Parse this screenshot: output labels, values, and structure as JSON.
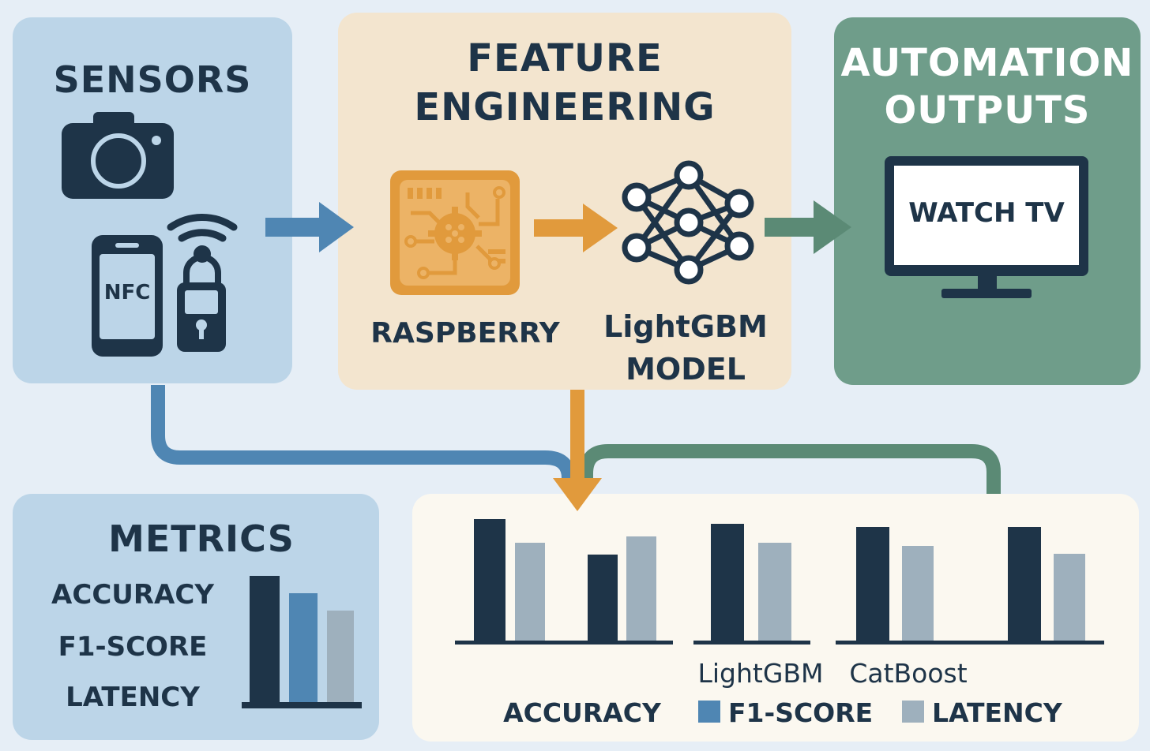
{
  "sensors": {
    "title": "SENSORS",
    "nfc_label": "NFC"
  },
  "feature": {
    "title_line1": "FEATURE",
    "title_line2": "ENGINEERING",
    "raspberry_label": "RASPBERRY",
    "model_line1": "LightGBM",
    "model_line2": "MODEL"
  },
  "automation": {
    "title_line1": "AUTOMATION",
    "title_line2": "OUTPUTS",
    "tv_label": "WATCH TV"
  },
  "metrics": {
    "title": "METRICS",
    "items": [
      "ACCURACY",
      "F1-SCORE",
      "LATENCY"
    ]
  },
  "comparison": {
    "model_labels": [
      "LightGBM",
      "CatBoost"
    ],
    "legend": [
      "ACCURACY",
      "F1-SCORE",
      "LATENCY"
    ]
  },
  "colors": {
    "background": "#e6eef6",
    "sensors_panel": "#bcd5e8",
    "feature_panel": "#f3e5cf",
    "automation_panel": "#6f9d8a",
    "metrics_panel": "#bcd5e8",
    "chart_panel": "#fbf8f0",
    "dark": "#1e3448",
    "blue": "#4f86b3",
    "orange": "#e19a3c",
    "green": "#5b8a75",
    "gray": "#9eb0bd"
  }
}
